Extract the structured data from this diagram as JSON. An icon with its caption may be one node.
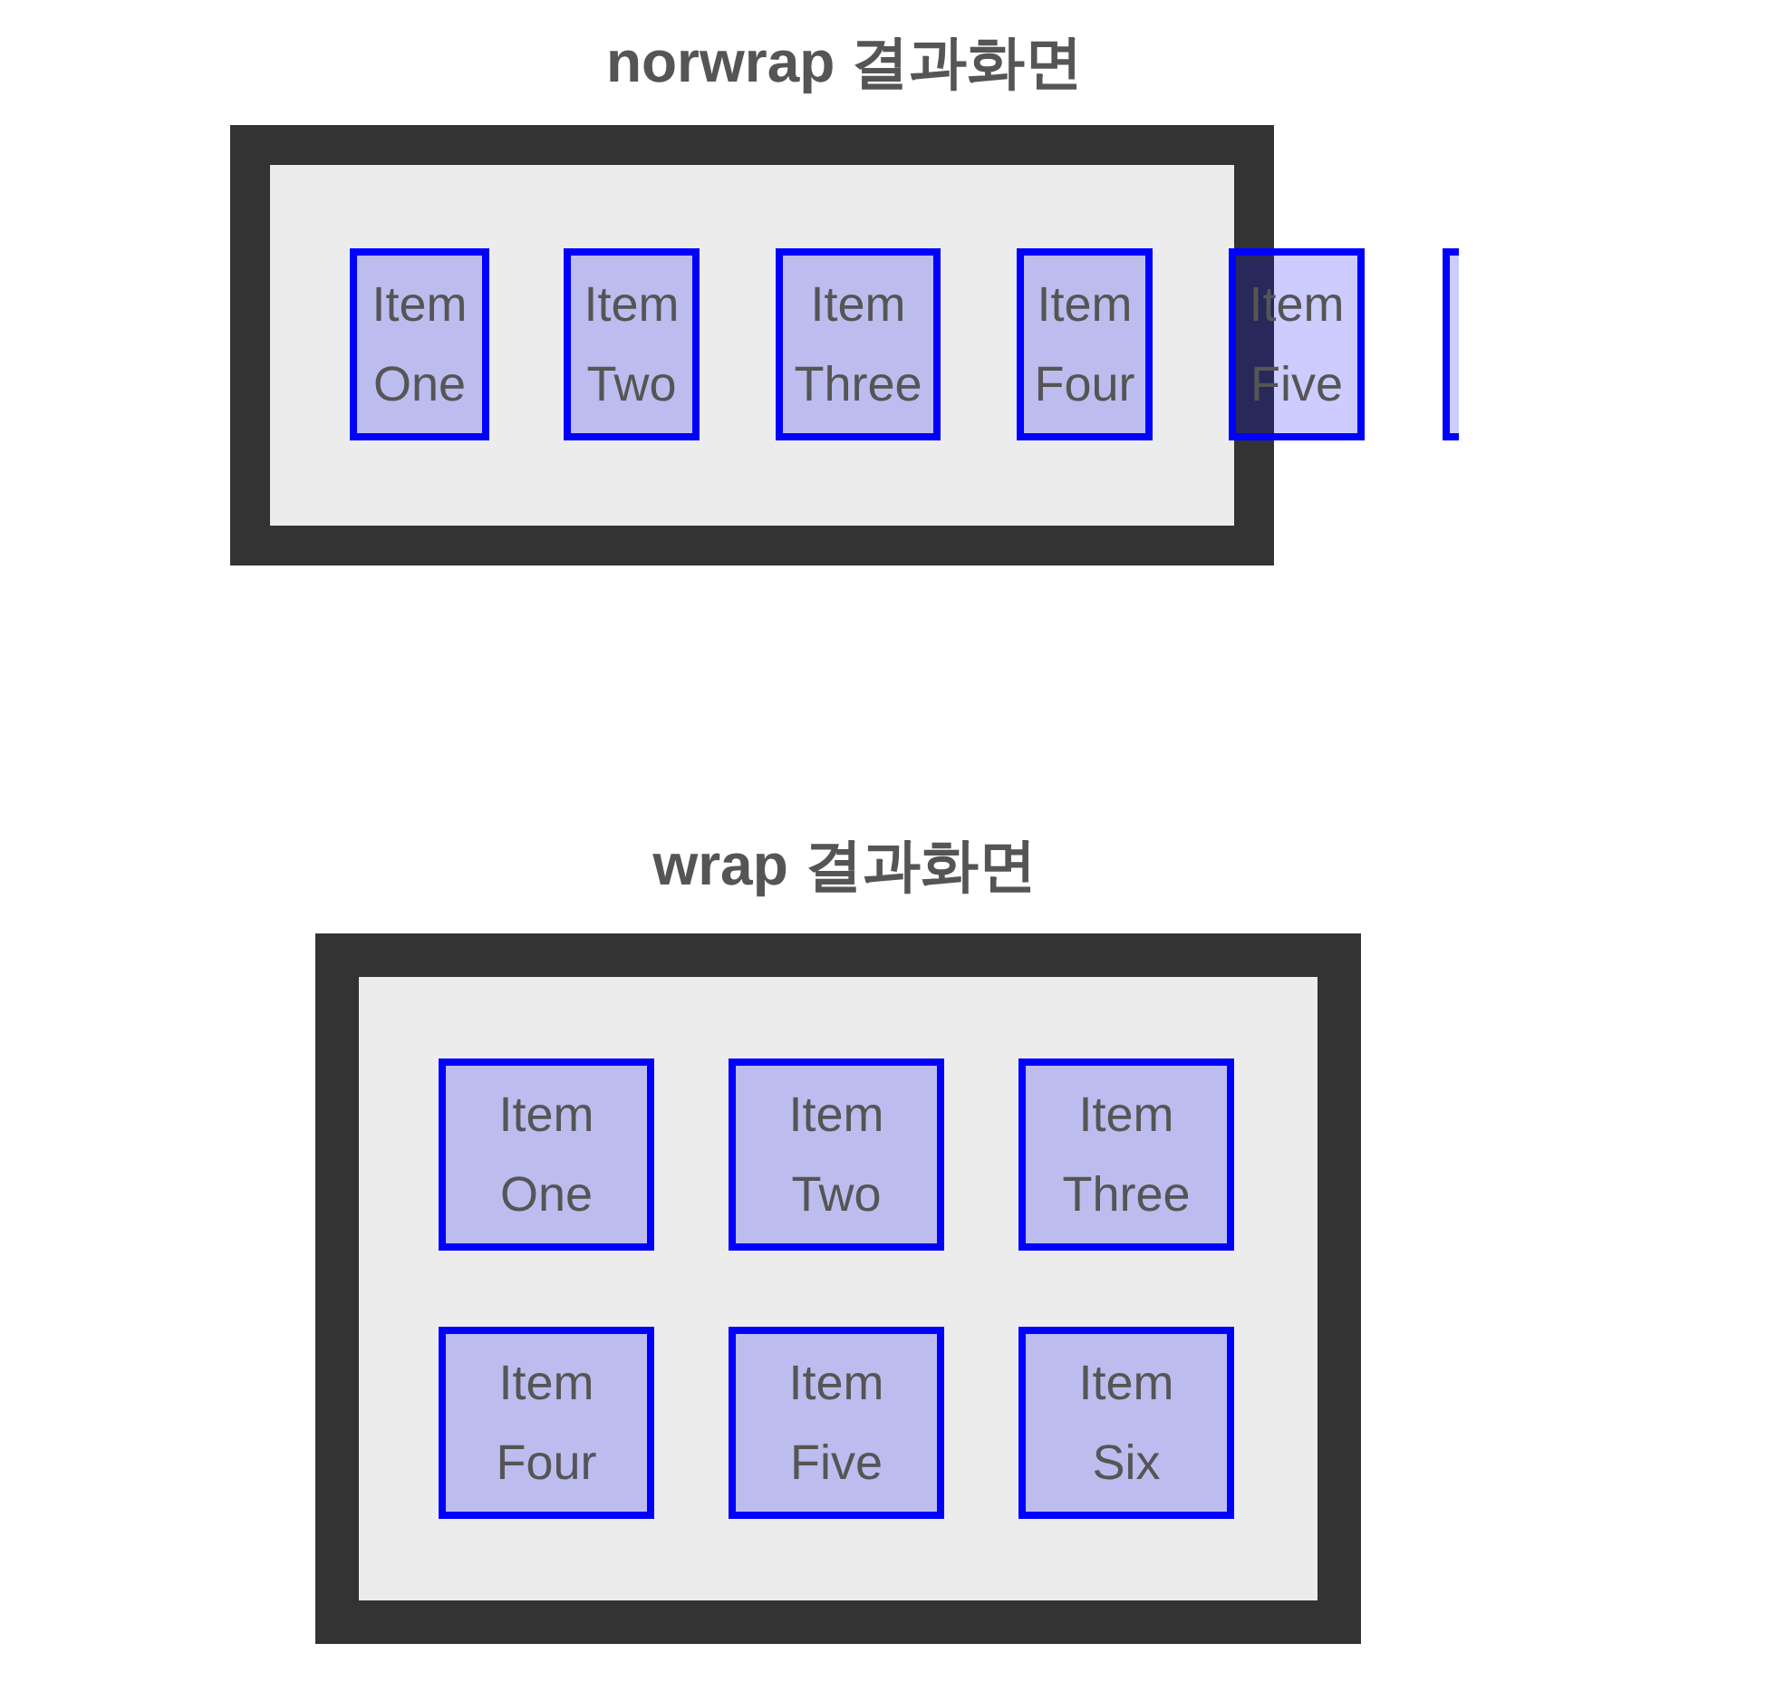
{
  "diagram": {
    "nodes": [
      {
        "text": [
          "norwrap 결과화면"
        ]
      },
      {
        "text": [
          "Item One"
        ],
        "in": 0
      },
      {
        "text": [
          "Item Two"
        ],
        "in": 0
      },
      {
        "text": [
          "Item Three"
        ],
        "in": 0
      },
      {
        "text": [
          "Item Four"
        ],
        "in": 0
      },
      {
        "text": [
          "Item Five"
        ]
      },
      {
        "text": [],
        "shape": "box"
      },
      {
        "text": [
          "wrap 결과화면"
        ]
      },
      {
        "text": [
          "Item One"
        ],
        "in": 7
      },
      {
        "text": [
          "Item Two"
        ],
        "in": 7
      },
      {
        "text": [
          "Item Three"
        ],
        "in": 7
      },
      {
        "text": [
          "Item Four"
        ],
        "in": 7
      },
      {
        "text": [
          "Item Five"
        ],
        "in": 7
      },
      {
        "text": [
          "Item Six"
        ],
        "in": 7
      }
    ]
  }
}
